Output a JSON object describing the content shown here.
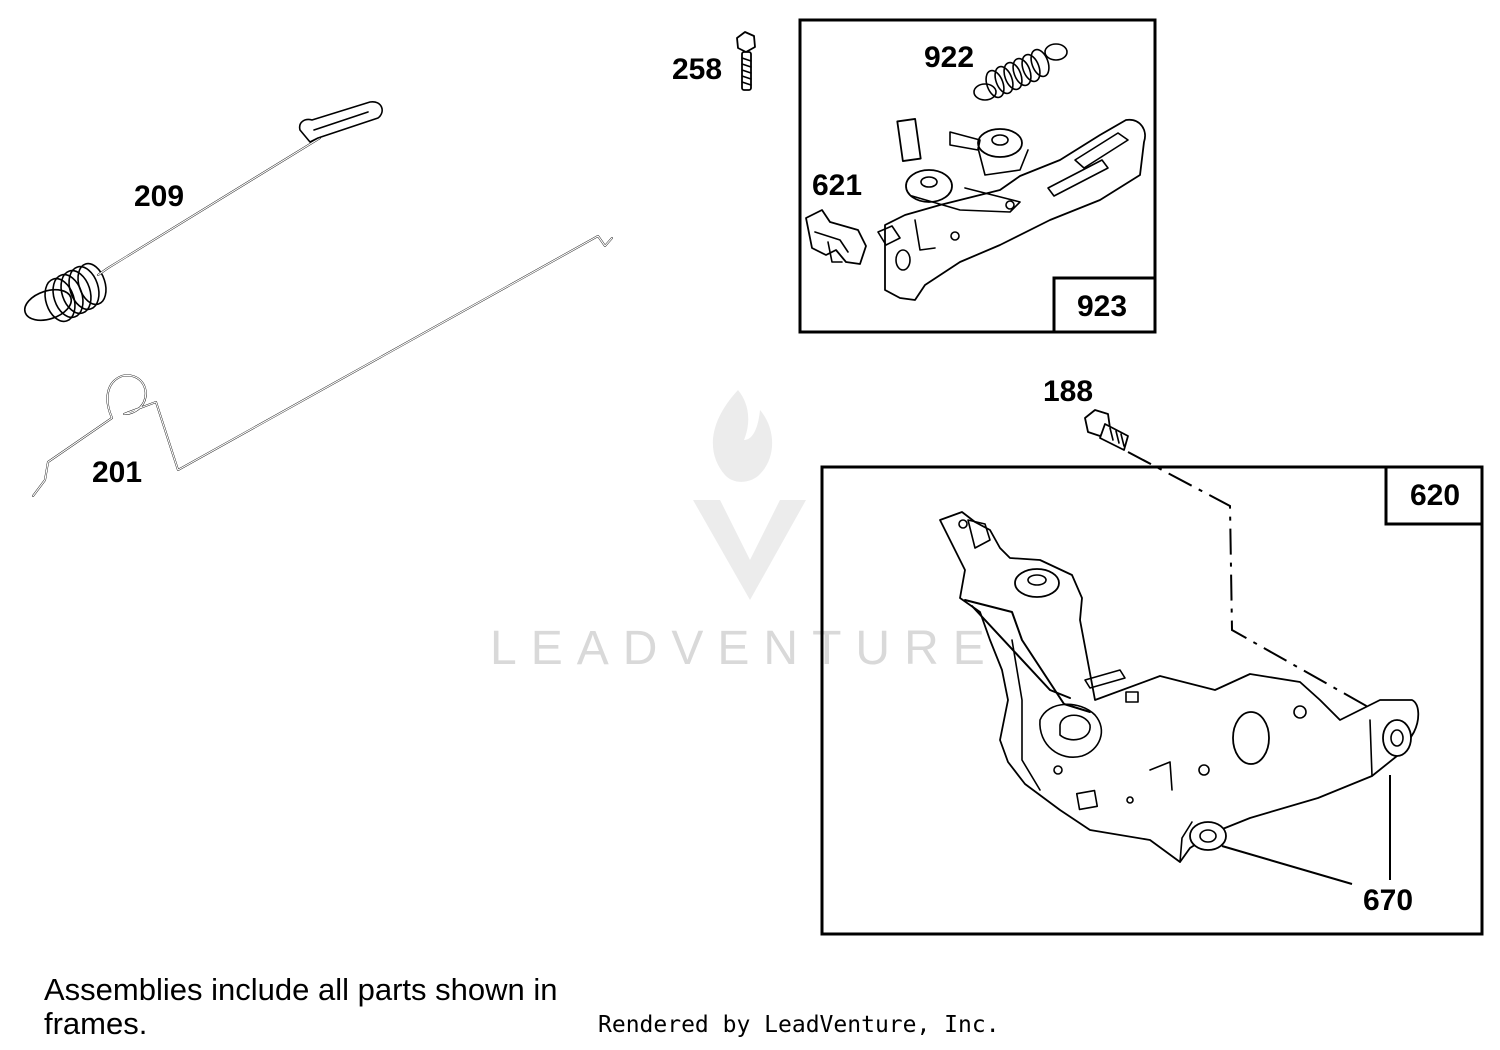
{
  "watermark": {
    "brand": "LEADVENTURE"
  },
  "parts": [
    {
      "id": "p209",
      "number": "209",
      "description": ""
    },
    {
      "id": "p201",
      "number": "201",
      "description": ""
    },
    {
      "id": "p258",
      "number": "258",
      "description": ""
    },
    {
      "id": "p922",
      "number": "922",
      "description": ""
    },
    {
      "id": "p621",
      "number": "621",
      "description": ""
    },
    {
      "id": "p923",
      "number": "923",
      "description": ""
    },
    {
      "id": "p188",
      "number": "188",
      "description": ""
    },
    {
      "id": "p620",
      "number": "620",
      "description": ""
    },
    {
      "id": "p670",
      "number": "670",
      "description": ""
    }
  ],
  "note": "Assemblies include all parts shown in frames.",
  "credit": "Rendered by LeadVenture, Inc."
}
